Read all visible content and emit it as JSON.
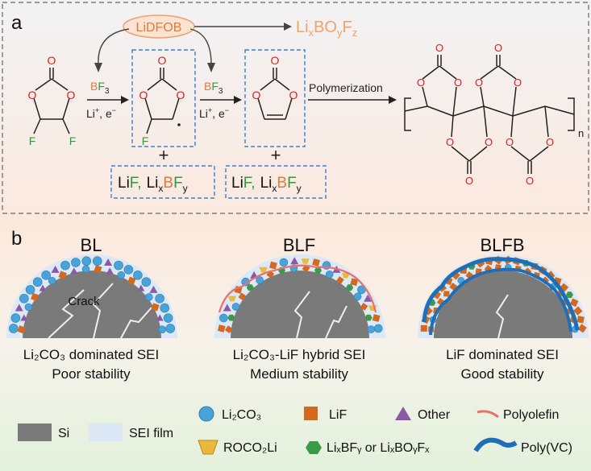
{
  "panel_a": {
    "label": "a",
    "lidfob": "LiDFOB",
    "lbof": {
      "base1": "Li",
      "sub1": "x",
      "base2": "BO",
      "sub2": "y",
      "base3": "F",
      "sub3": "z"
    },
    "step1": {
      "bf_b": "B",
      "bf_f": "F",
      "bf_sub": "3",
      "cond": "Li",
      "cond_sup": "+",
      "cond_end": ", e",
      "cond_sup2": "−"
    },
    "step2": {
      "bf_b": "B",
      "bf_f": "F",
      "bf_sub": "3",
      "cond": "Li",
      "cond_sup": "+",
      "cond_end": ", e",
      "cond_sup2": "−"
    },
    "polymerization": "Polymerization",
    "plus": "+",
    "products": {
      "li": "Li",
      "f": "F",
      "comma": ",",
      "lix": "Li",
      "x": "x",
      "b": "B",
      "f2": "F",
      "y": "y"
    },
    "n": "n",
    "atoms": {
      "O": "O",
      "F": "F"
    }
  },
  "panel_b": {
    "label": "b",
    "columns": [
      {
        "title": "BL",
        "sei": "Li₂CO₃ dominated SEI",
        "stability": "Poor stability"
      },
      {
        "title": "BLF",
        "sei": "Li₂CO₃-LiF hybrid SEI",
        "stability": "Medium stability"
      },
      {
        "title": "BLFB",
        "sei": "LiF dominated SEI",
        "stability": "Good stability"
      }
    ],
    "crack": "Crack"
  },
  "legend": {
    "si": "Si",
    "sei_film": "SEI film",
    "li2co3": "Li₂CO₃",
    "lif": "LiF",
    "other": "Other",
    "polyolefin": "Polyolefin",
    "roco2li": "ROCO₂Li",
    "libf": "LiₓBFᵧ or LiₓBOᵧFₓ",
    "polyvc": "Poly(VC)"
  },
  "colors": {
    "li2co3": "#4aa3d8",
    "lif": "#d2691e",
    "other": "#8a5aa8",
    "polyolefin": "#e8716b",
    "roco2li": "#e8b93a",
    "libf": "#3a9a4a",
    "polyvc": "#1f6fb8",
    "si": "#7a7a7a",
    "sei": "#dce8f5",
    "orange_text": "#e07b39",
    "green_text": "#2e9b3e",
    "red_o": "#e02020"
  }
}
